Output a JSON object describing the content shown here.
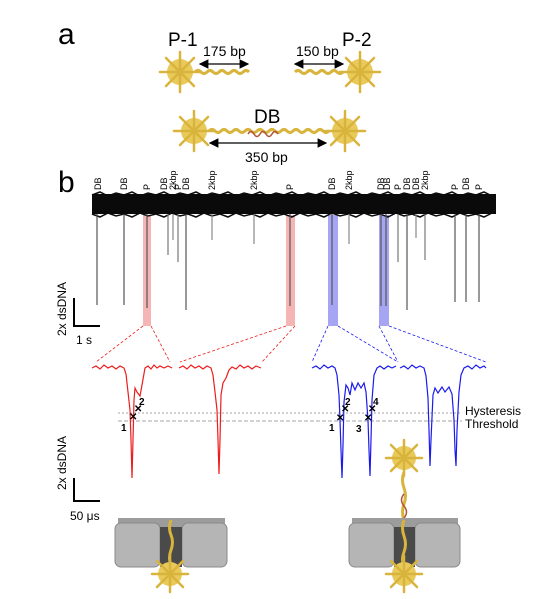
{
  "panels": {
    "a": "a",
    "b": "b"
  },
  "probes": {
    "p1": "P-1",
    "p2": "P-2",
    "db": "DB"
  },
  "lengths": {
    "p1": "175 bp",
    "p2": "150 bp",
    "db": "350 bp"
  },
  "event_labels": [
    "DB",
    "DB",
    "P",
    "DB",
    "2kbp",
    "P",
    "DB",
    "2kbp",
    "2kbp",
    "P",
    "DB",
    "2kbp",
    "DB",
    "DB",
    "P",
    "DB",
    "2kbp",
    "DB",
    "P",
    "DB",
    "P"
  ],
  "scale_bars": {
    "top_y": "2x dsDNA",
    "top_x": "1 s",
    "bottom_y": "2x dsDNA",
    "bottom_x": "50 μs"
  },
  "levels": {
    "hysteresis": "Hysteresis",
    "threshold": "Threshold"
  },
  "crossing_marks": [
    "1",
    "2",
    "1",
    "2",
    "3",
    "4"
  ],
  "colors": {
    "probe_yellow": "#e8c95a",
    "red_event": "#ee1c1c",
    "blue_event": "#1a1aee",
    "red_highlight": "#f3a3a3",
    "blue_highlight": "#8f8ff0",
    "pore_gray": "#b5b5b5"
  }
}
